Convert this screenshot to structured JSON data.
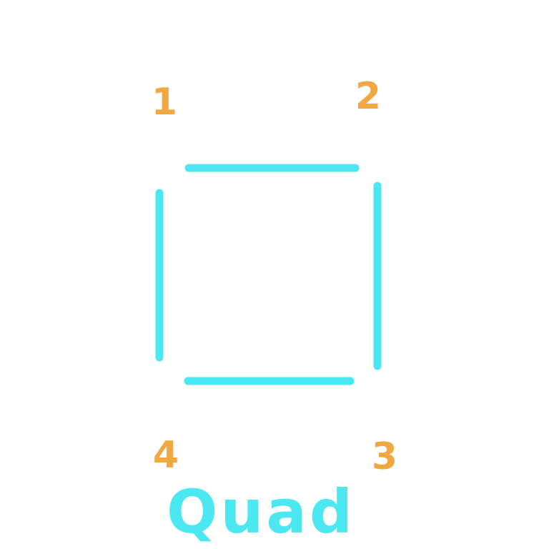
{
  "colors": {
    "stroke": "#4ce8f2",
    "label": "#f2a840",
    "background": "#ffffff"
  },
  "labels": {
    "corner_1": "1",
    "corner_2": "2",
    "corner_3": "3",
    "corner_4": "4"
  },
  "title": "Quad"
}
